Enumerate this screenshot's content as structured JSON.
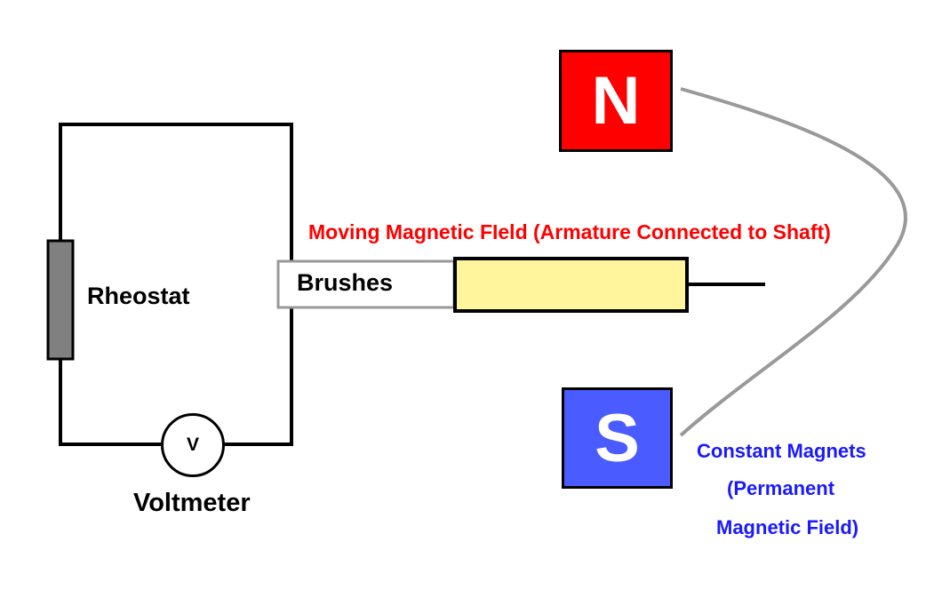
{
  "labels": {
    "rheostat": "Rheostat",
    "voltmeter": "Voltmeter",
    "voltmeter_symbol": "V",
    "brushes": "Brushes",
    "moving_field": "Moving Magnetic FIeld (Armature Connected to Shaft)",
    "constant_magnets": [
      "Constant Magnets",
      "(Permanent",
      "Magnetic Field)"
    ]
  },
  "magnets": {
    "north": {
      "letter": "N",
      "color": "#ff0000"
    },
    "south": {
      "letter": "S",
      "color": "#4a5cff"
    }
  },
  "colors": {
    "wire": "#000000",
    "rheostat_fill": "#808080",
    "brushes_border": "#999999",
    "armature_fill": "#fff59d",
    "field_line": "#999999",
    "moving_field_text": "#ff0000",
    "constant_magnets_text": "#1a1aff"
  }
}
